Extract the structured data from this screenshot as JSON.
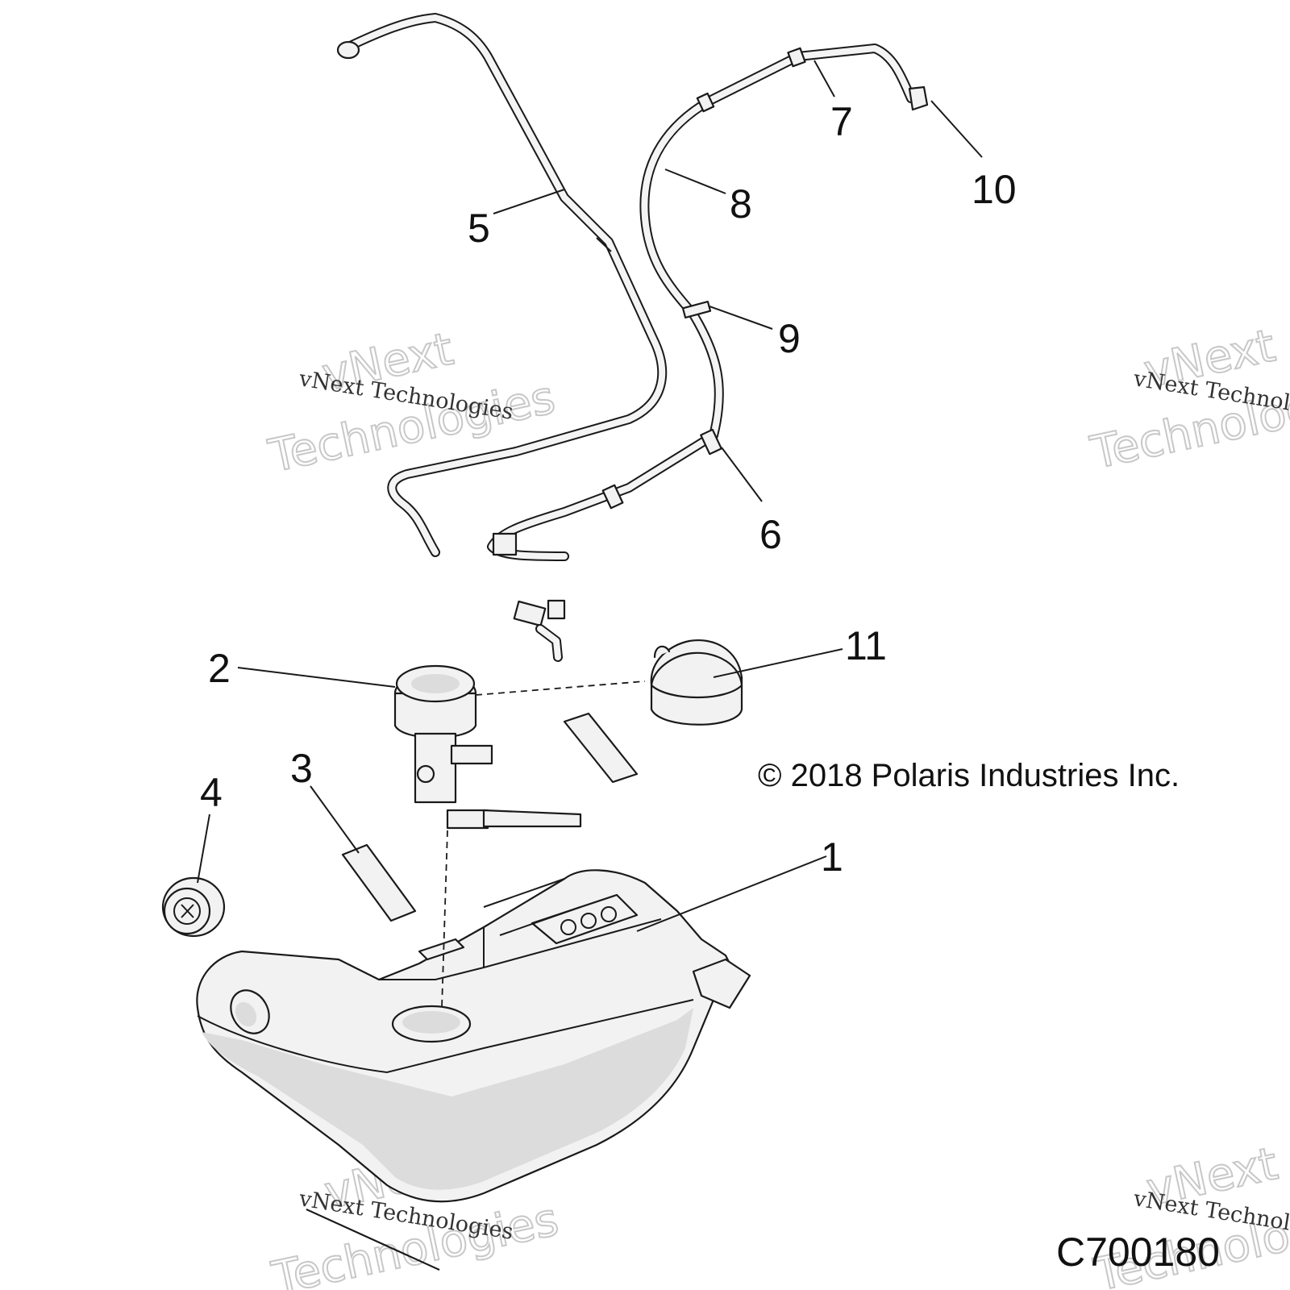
{
  "callouts": {
    "c1": "1",
    "c2": "2",
    "c3": "3",
    "c4": "4",
    "c5": "5",
    "c6": "6",
    "c7": "7",
    "c8": "8",
    "c9": "9",
    "c10": "10",
    "c11": "11"
  },
  "copyright": "© 2018 Polaris Industries Inc.",
  "figure_id": "C700180",
  "watermark": {
    "small": "vNext Technologies",
    "big_line1": "vNext",
    "big_line2": "Technologies"
  },
  "colors": {
    "ink": "#1a1a1a",
    "part_fill": "#f2f2f2",
    "shade": "#dcdcdc",
    "watermark": "#c8c8c8"
  }
}
